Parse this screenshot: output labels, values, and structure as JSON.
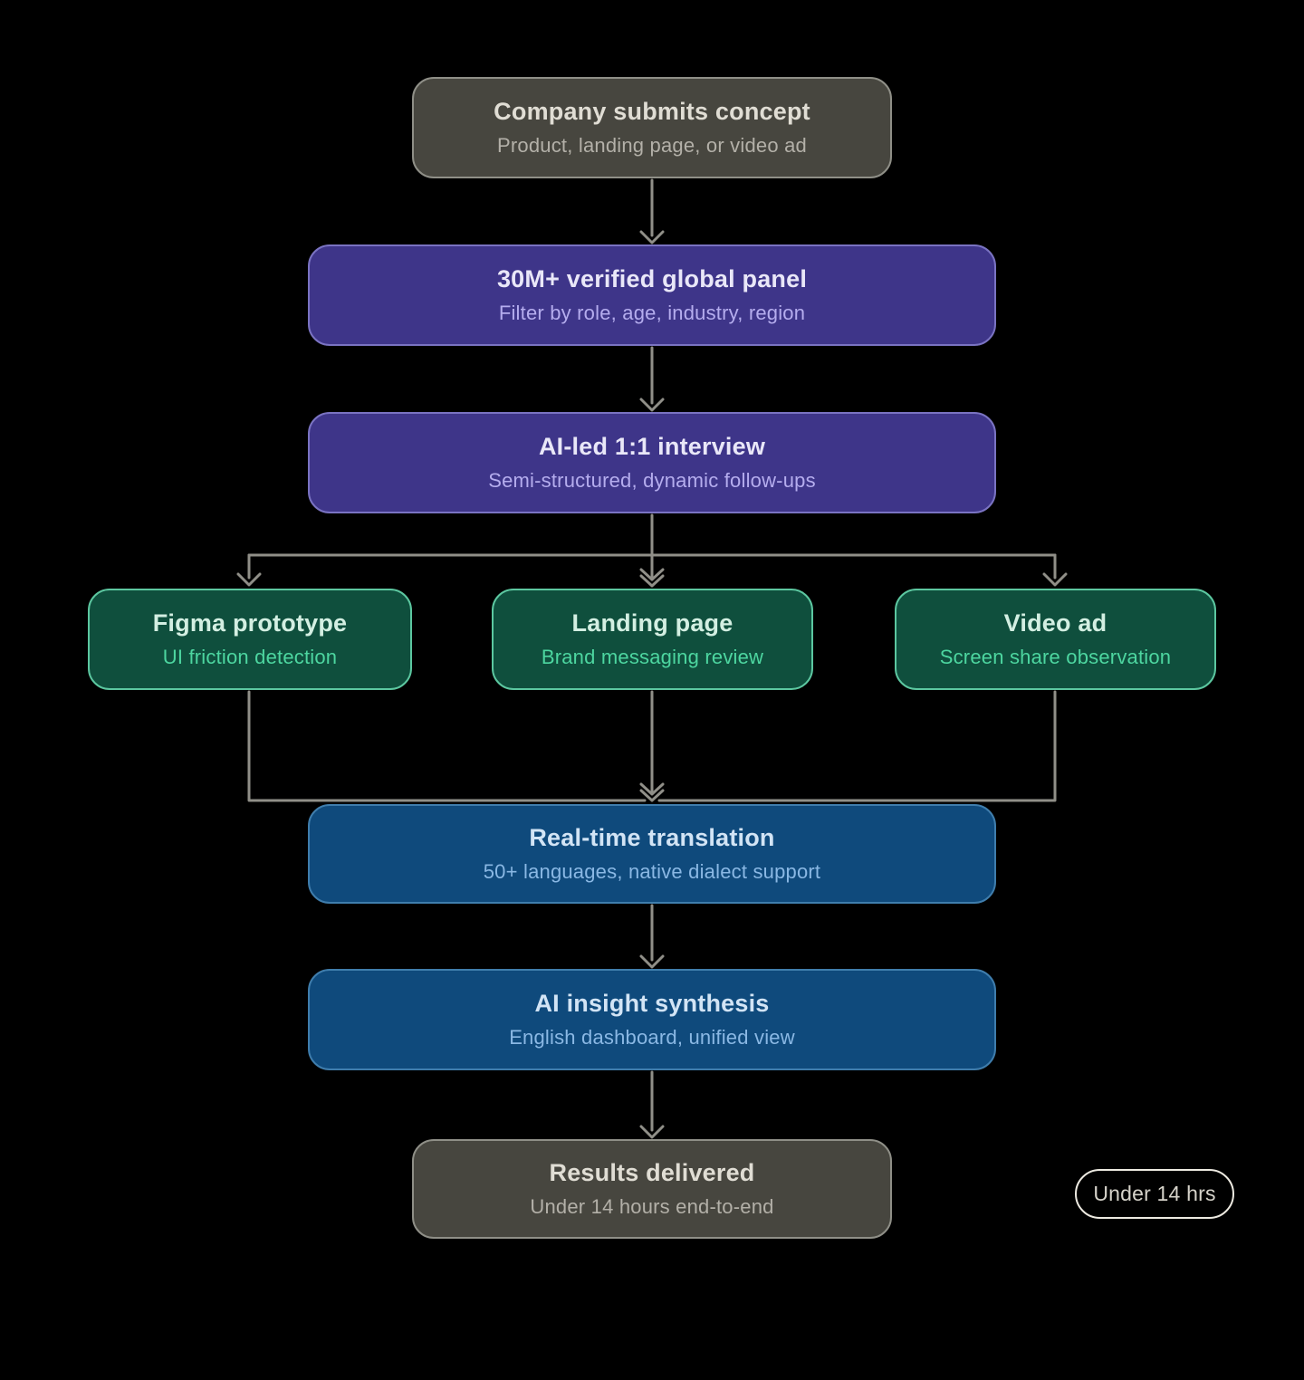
{
  "flowchart": {
    "nodes": [
      {
        "id": "submit",
        "title": "Company submits concept",
        "subtitle": "Product, landing page, or video ad",
        "variant": "gray"
      },
      {
        "id": "panel",
        "title": "30M+ verified global panel",
        "subtitle": "Filter by role, age, industry, region",
        "variant": "purple"
      },
      {
        "id": "interview",
        "title": "AI-led 1:1 interview",
        "subtitle": "Semi-structured, dynamic follow-ups",
        "variant": "purple"
      },
      {
        "id": "figma",
        "title": "Figma prototype",
        "subtitle": "UI friction detection",
        "variant": "green"
      },
      {
        "id": "landing",
        "title": "Landing page",
        "subtitle": "Brand messaging review",
        "variant": "green"
      },
      {
        "id": "video",
        "title": "Video ad",
        "subtitle": "Screen share observation",
        "variant": "green"
      },
      {
        "id": "translation",
        "title": "Real-time translation",
        "subtitle": "50+ languages, native dialect support",
        "variant": "blue"
      },
      {
        "id": "synthesis",
        "title": "AI insight synthesis",
        "subtitle": "English dashboard, unified view",
        "variant": "blue"
      },
      {
        "id": "results",
        "title": "Results delivered",
        "subtitle": "Under 14 hours end-to-end",
        "variant": "gray"
      }
    ],
    "badge": {
      "label": "Under 14 hrs"
    },
    "colors": {
      "background": "#000000",
      "connector": "#908f88",
      "gray_fill": "#47463f",
      "gray_border": "#8f8f87",
      "gray_title": "#e0ddd4",
      "gray_subtitle": "#b3b0a8",
      "purple_fill": "#3e3589",
      "purple_border": "#7a73c2",
      "purple_title": "#e9e7f8",
      "purple_subtitle": "#b5adee",
      "green_fill": "#0f4f3d",
      "green_border": "#5cc7a0",
      "green_title": "#d3efe2",
      "green_subtitle": "#4dd6a0",
      "blue_fill": "#0f4a7c",
      "blue_border": "#3f7dac",
      "blue_title": "#d2e4f5",
      "blue_subtitle": "#8ab8e4",
      "badge_border": "#edeae1",
      "badge_text": "#d6d3ca"
    }
  }
}
